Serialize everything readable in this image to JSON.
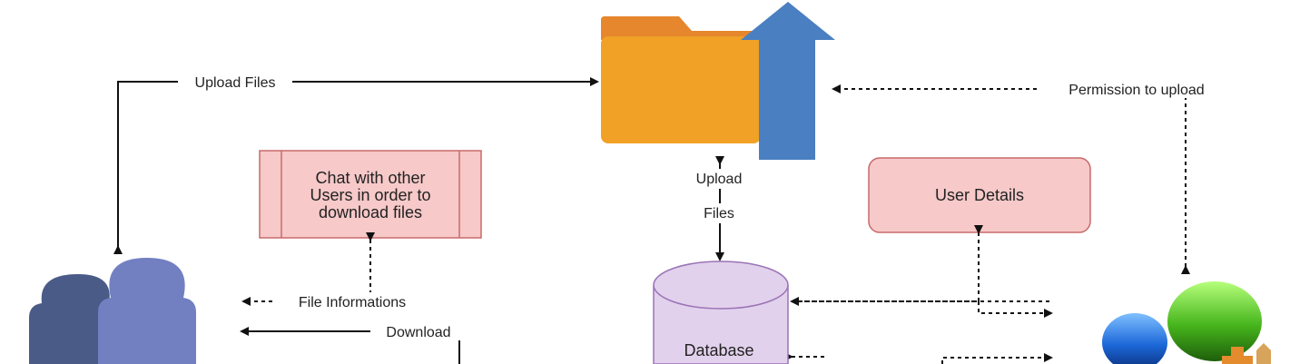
{
  "nodes": {
    "chat_box": [
      "Chat with other",
      "Users in order to",
      "download files"
    ],
    "user_details": "User Details",
    "database": "Database"
  },
  "edges": {
    "upload_files_top": "Upload Files",
    "upload_files_mid_1": "Upload",
    "upload_files_mid_2": "Files",
    "permission": "Permission to upload",
    "file_info": "File Informations",
    "download": "Download"
  },
  "icons": {
    "folder": "folder-upload-icon",
    "users": "users-group-icon",
    "admin": "admin-users-icon"
  },
  "colors": {
    "folder_body": "#f0a126",
    "folder_tab": "#e6862d",
    "upload_arrow": "#4a7fc1",
    "chat_fill": "#f7c9c9",
    "chat_stroke": "#c86a6a",
    "user_details_fill": "#f7c9c9",
    "user_details_stroke": "#c86a6a",
    "database_fill": "#e1d1ec",
    "database_stroke": "#9a73b5",
    "users_back": "#4a5b87",
    "users_front": "#7280c2"
  }
}
